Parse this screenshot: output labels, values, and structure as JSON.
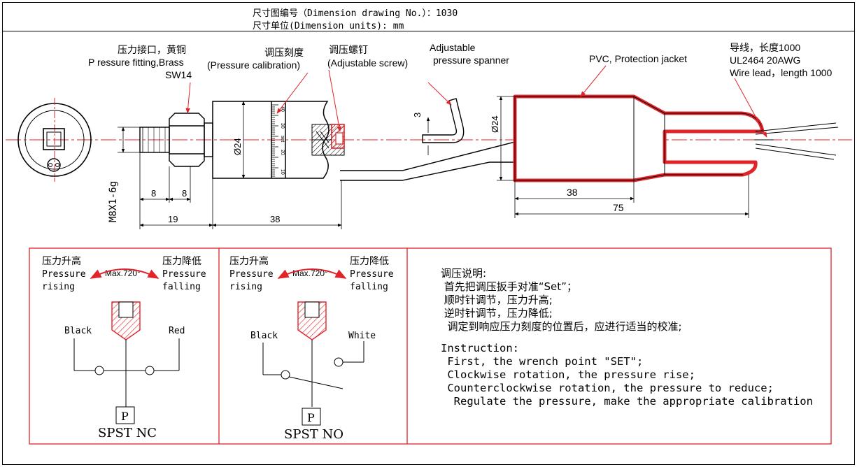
{
  "header": {
    "line1": "尺寸图编号（Dimension drawing No.）：1030",
    "line2": "尺寸单位(Dimension units): mm"
  },
  "labels": {
    "fitting_cn": "压力接口，黄铜",
    "fitting_en": "P ressure fitting,Brass",
    "fitting_sw": "SW14",
    "calib_cn": "调压刻度",
    "calib_en": "(Pressure calibration)",
    "screw_cn": "调压螺钉",
    "screw_en": "(Adjustable screw)",
    "spanner_1": "Adjustable",
    "spanner_2": "pressure spanner",
    "pvc": "PVC, Protection jacket",
    "lead_cn": "导线，长度1000",
    "lead_awg": "UL2464 20AWG",
    "lead_en": "Wire lead，length 1000",
    "thread": "M8X1-6g",
    "dia_body": "Ø24",
    "dia_jacket": "Ø24",
    "dim_8a": "8",
    "dim_8b": "8",
    "dim_19": "19",
    "dim_38a": "38",
    "dim_38b": "38",
    "dim_75": "75",
    "dim_3": "3",
    "scale_40": "40",
    "scale_30": "30",
    "scale_set": "set",
    "scale_20": "20",
    "scale_10": "10"
  },
  "switch_nc": {
    "rise_cn": "压力升高",
    "rise_en1": "Pressure",
    "rise_en2": "rising",
    "max": "Max.720°",
    "fall_cn": "压力降低",
    "fall_en1": "Pressure",
    "fall_en2": "falling",
    "left_wire": "Black",
    "right_wire": "Red",
    "port": "P",
    "type": "SPST NC"
  },
  "switch_no": {
    "rise_cn": "压力升高",
    "rise_en1": "Pressure",
    "rise_en2": "rising",
    "max": "Max.720°",
    "fall_cn": "压力降低",
    "fall_en1": "Pressure",
    "fall_en2": "falling",
    "left_wire": "Black",
    "right_wire": "White",
    "port": "P",
    "type": "SPST NO"
  },
  "instructions": {
    "cn_title": "调压说明:",
    "cn_1": " 首先把调压扳手对准“Set”；",
    "cn_2": " 顺时针调节，压力升高;",
    "cn_3": " 逆时针调节，压力降低;",
    "cn_4": "  调定到响应压力刻度的位置后，应进行适当的校准;",
    "en_title": "Instruction:",
    "en_1": " First, the wrench point \"SET\";",
    "en_2": " Clockwise rotation, the pressure rise;",
    "en_3": " Counterclockwise rotation, the pressure to reduce;",
    "en_4": "  Regulate the pressure, make the appropriate calibration"
  },
  "colors": {
    "line": "#000000",
    "accent_red": "#e0242a",
    "jacket_fill": "#f2a07a"
  }
}
